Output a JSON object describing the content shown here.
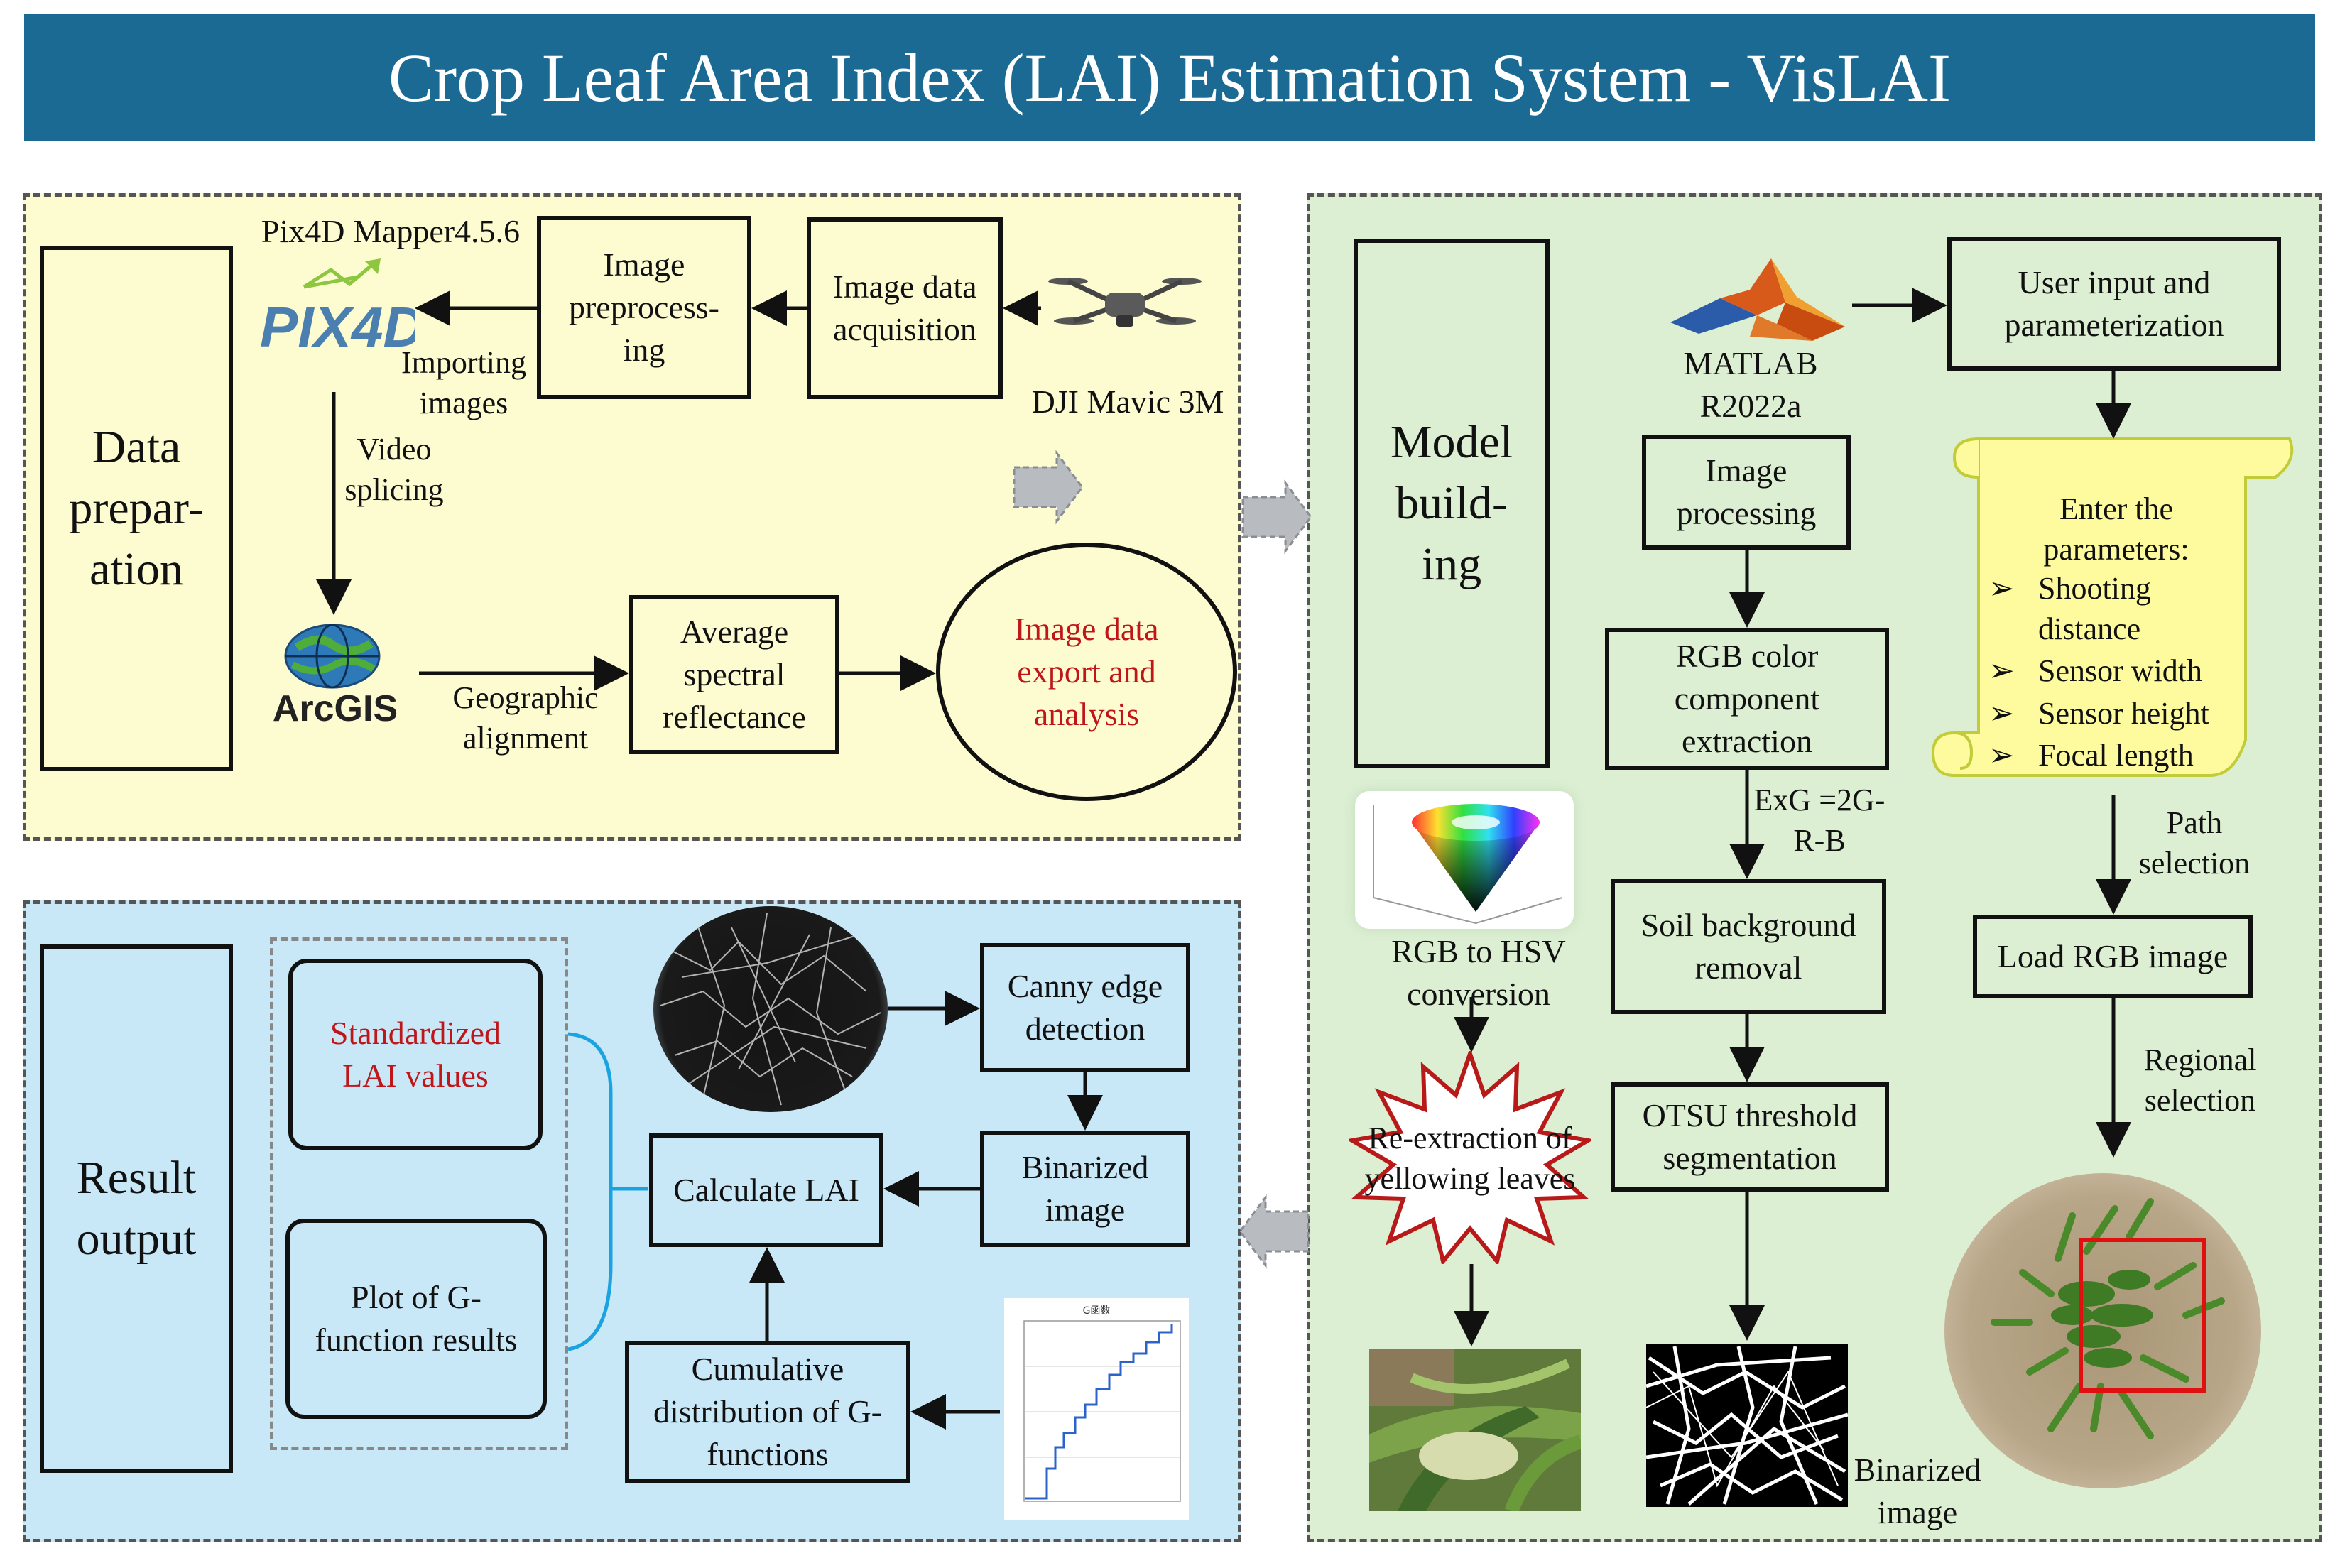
{
  "title": "Crop Leaf Area Index (LAI) Estimation System - VisLAI",
  "data_prep": {
    "section_label": "Data prepar-ation",
    "pix4d_version": "Pix4D Mapper4.5.6",
    "pix4d_logo": "PIX4D",
    "preprocess": "Image preprocess-ing",
    "acquisition": "Image data acquisition",
    "drone": "DJI Mavic 3M",
    "importing": "Importing images",
    "video": "Video splicing",
    "arcgis_logo": "ArcGIS",
    "geo": "Geographic alignment",
    "avg": "Average spectral reflectance",
    "export": "Image data export and analysis"
  },
  "model": {
    "section_label": "Model build-ing",
    "matlab": "MATLAB R2022a",
    "user_input": "User input and parameterization",
    "image_processing": "Image processing",
    "rgb_extract": "RGB color component extraction",
    "exg": "ExG =2G-R-B",
    "soil": "Soil background removal",
    "otsu": "OTSU threshold segmentation",
    "rgb_hsv": "RGB to HSV conversion",
    "reextract": "Re-extraction of yellowing leaves",
    "binarized_label": "Binarized image",
    "scroll_title": "Enter the parameters:",
    "params": [
      "Shooting distance",
      "Sensor width",
      "Sensor height",
      "Focal length"
    ],
    "path_selection": "Path selection",
    "load_rgb": "Load RGB image",
    "regional": "Regional selection"
  },
  "result": {
    "section_label": "Result output",
    "standardized": "Standardized LAI values",
    "plot": "Plot of G-function results",
    "calculate": "Calculate LAI",
    "canny": "Canny edge detection",
    "binarized": "Binarized image",
    "cumulative": "Cumulative distribution of G-functions",
    "mini_chart_title": "G函数"
  },
  "colors": {
    "title_bg": "#1a6a93",
    "data_prep_bg": "#fdfbd0",
    "model_bg": "#dcefd3",
    "result_bg": "#c8e8f8",
    "highlight_red": "#c0161a",
    "bracket_blue": "#1aa3e0",
    "scroll_bg": "#fdfb9e"
  }
}
